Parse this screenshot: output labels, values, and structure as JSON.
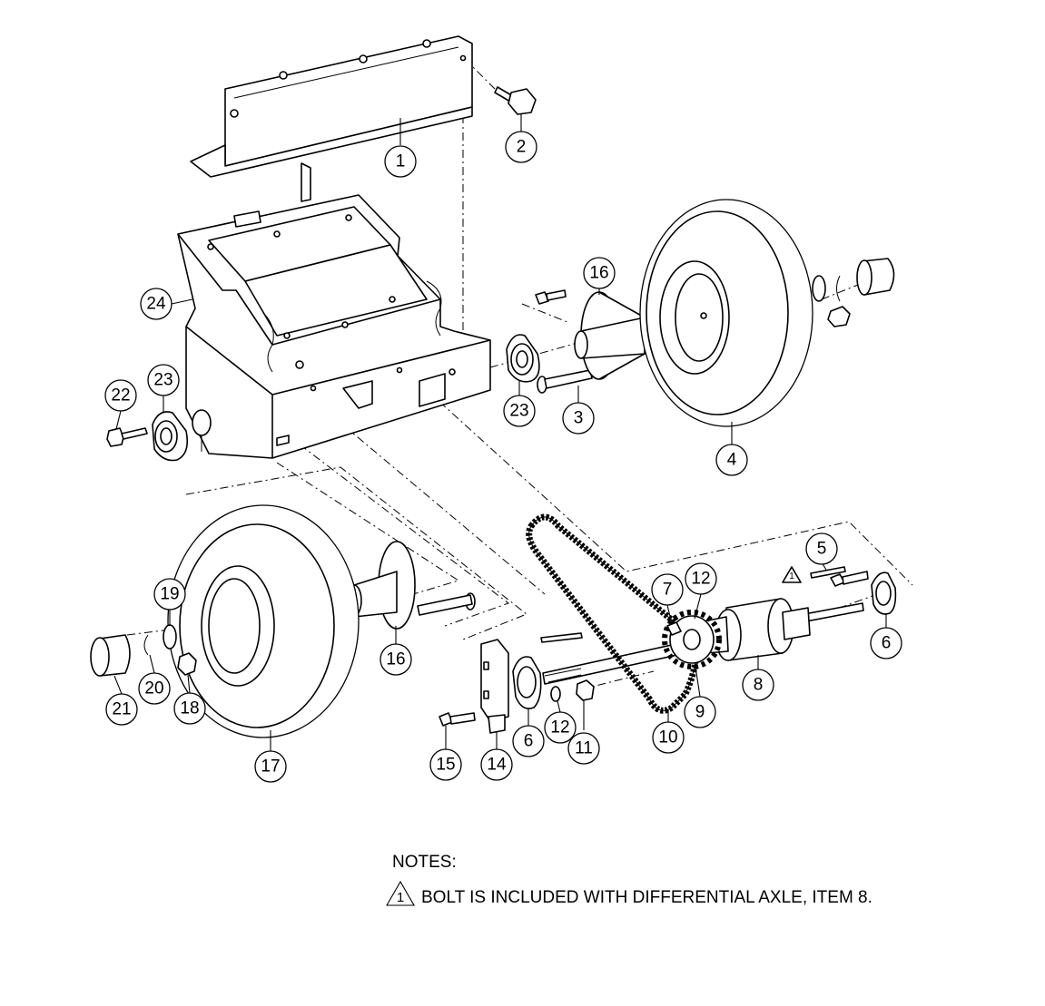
{
  "callouts": [
    {
      "id": "c1",
      "label": "1"
    },
    {
      "id": "c2",
      "label": "2"
    },
    {
      "id": "c3",
      "label": "3"
    },
    {
      "id": "c4",
      "label": "4"
    },
    {
      "id": "c5",
      "label": "5"
    },
    {
      "id": "c6a",
      "label": "6"
    },
    {
      "id": "c6b",
      "label": "6"
    },
    {
      "id": "c7",
      "label": "7"
    },
    {
      "id": "c8",
      "label": "8"
    },
    {
      "id": "c9",
      "label": "9"
    },
    {
      "id": "c10",
      "label": "10"
    },
    {
      "id": "c11",
      "label": "11"
    },
    {
      "id": "c12a",
      "label": "12"
    },
    {
      "id": "c12b",
      "label": "12"
    },
    {
      "id": "c14",
      "label": "14"
    },
    {
      "id": "c15",
      "label": "15"
    },
    {
      "id": "c16a",
      "label": "16"
    },
    {
      "id": "c16b",
      "label": "16"
    },
    {
      "id": "c17",
      "label": "17"
    },
    {
      "id": "c18",
      "label": "18"
    },
    {
      "id": "c19",
      "label": "19"
    },
    {
      "id": "c20",
      "label": "20"
    },
    {
      "id": "c21",
      "label": "21"
    },
    {
      "id": "c22",
      "label": "22"
    },
    {
      "id": "c23a",
      "label": "23"
    },
    {
      "id": "c23b",
      "label": "23"
    },
    {
      "id": "c24",
      "label": "24"
    }
  ],
  "notes": {
    "title": "NOTES:",
    "flag": "1",
    "items": [
      {
        "flag": "1",
        "text": "BOLT IS INCLUDED WITH DIFFERENTIAL AXLE, ITEM 8."
      }
    ]
  }
}
